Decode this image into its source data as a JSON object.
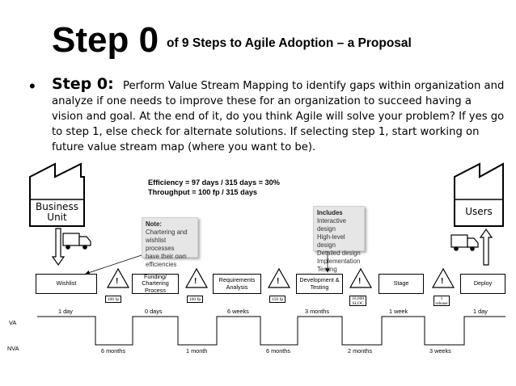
{
  "title": {
    "big": "Step 0",
    "small": "of 9 Steps to Agile Adoption – a Proposal"
  },
  "bullet": {
    "symbol": "•",
    "label": "Step 0:",
    "first_line": "Perform  Value Stream Mapping to identify gaps within organization",
    "rest": "and analyze if one needs to improve these for an organization to succeed having a vision and goal. At the end of it, do you think Agile will solve your problem? If yes go to step 1, else check for alternate solutions. If selecting step 1, start working on future value stream map (where you want to be)."
  },
  "metrics": {
    "efficiency": "Efficiency = 97 days /  315 days = 30%",
    "throughput": "Throughput = 100 fp / 315 days"
  },
  "note": {
    "heading": "Note:",
    "lines": [
      "Chartering and",
      "wishlist processes",
      "have their own",
      "efficiencies"
    ]
  },
  "includes": {
    "heading": "Includes",
    "lines": [
      "Interactive design",
      "High-level design",
      "Detailed design",
      "Implementation",
      "Testing"
    ]
  },
  "factories": {
    "left_label_1": "Business",
    "left_label_2": "Unit",
    "right_label": "Users"
  },
  "processes": [
    {
      "label": "Wishlist"
    },
    {
      "label": "Funding/\nChartering\nProcess"
    },
    {
      "label": "Requirements\nAnalysis"
    },
    {
      "label": "Development &\nTesting"
    },
    {
      "label": "Stage"
    },
    {
      "label": "Deploy"
    }
  ],
  "inventory": [
    {
      "label": "100 fp"
    },
    {
      "label": "100 fp"
    },
    {
      "label": "150 fp"
    },
    {
      "label": "10,000\nSLOC"
    },
    {
      "label": "1\nrelease"
    }
  ],
  "inventory_symbol": "!",
  "timeline": {
    "va_label": "VA",
    "nva_label": "NVA",
    "va": [
      "1 day",
      "0 days",
      "6 weeks",
      "3 months",
      "1 week",
      "1 day"
    ],
    "nva": [
      "6 months",
      "1 month",
      "6 months",
      "2 months",
      "3 weeks"
    ]
  }
}
